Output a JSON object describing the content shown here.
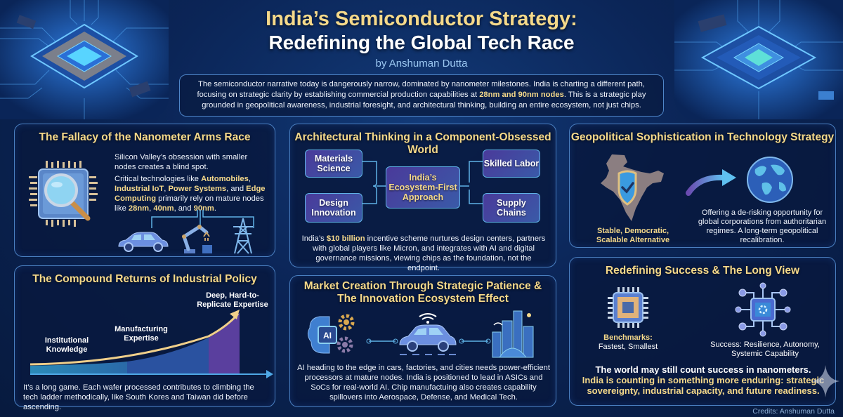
{
  "header": {
    "title_line1": "India’s Semiconductor Strategy:",
    "title_line2": "Redefining the Global Tech Race",
    "byline": "by Anshuman Dutta"
  },
  "intro": {
    "text_before": "The semiconductor narrative today is dangerously narrow, dominated by nanometer milestones. India is charting a different path, focusing on strategic clarity by establishing commercial production capabilities at ",
    "highlight": "28nm and 90nm nodes",
    "text_after": ". This is a strategic play grounded in geopolitical awareness, industrial foresight, and architectural thinking, building an entire ecosystem, not just chips."
  },
  "panels": {
    "fallacy": {
      "title": "The Fallacy of the Nanometer Arms Race",
      "para1": "Silicon Valley’s obsession with smaller nodes creates a blind spot.",
      "para2_pre": "Critical technologies like ",
      "tech1": "Automobiles",
      "sep1": ", ",
      "tech2": "Industrial IoT",
      "sep2": ", ",
      "tech3": "Power Systems",
      "sep3": ", and ",
      "tech4": "Edge Computing",
      "para2_mid": " primarily rely on mature nodes like ",
      "node1": "28nm",
      "sep4": ", ",
      "node2": "40nm",
      "sep5": ", and ",
      "node3": "90nm",
      "para2_end": ".",
      "icons": [
        "chip-magnifier-icon",
        "car-icon",
        "robot-arm-icon",
        "power-tower-icon"
      ]
    },
    "architecture": {
      "title": "Architectural Thinking in a Component-Obsessed World",
      "boxes": {
        "materials": "Materials Science",
        "design": "Design Innovation",
        "center": "India’s Ecosystem-First Approach",
        "labor": "Skilled Labor",
        "supply": "Supply Chains"
      },
      "text_pre": "India’s ",
      "highlight": "$10 billion",
      "text_post": " incentive scheme nurtures design centers, partners with global players like Micron, and integrates with AI and digital governance missions, viewing chips as the foundation, not the endpoint."
    },
    "geopolitical": {
      "title": "Geopolitical Sophistication in Technology Strategy",
      "left_label": "Stable, Democratic, Scalable Alternative",
      "right_text": "Offering a de-risking opportunity for global corporations from authoritarian regimes. A long-term geopolitical recalibration."
    },
    "compound": {
      "title": "The Compound Returns of Industrial Policy",
      "stage1": "Institutional Knowledge",
      "stage2": "Manufacturing Expertise",
      "stage3": "Deep, Hard-to-Replicate Expertise",
      "text": "It’s a long game. Each wafer processed contributes to climbing the tech ladder methodically, like South Kores and Taiwan did before ascending."
    },
    "market": {
      "title_line1": "Market Creation Through Strategic Patience &",
      "title_line2": "The Innovation Ecosystem Effect",
      "ai_label": "AI",
      "text": "AI heading to the edge in cars, factories, and cities needs power-efficient processors at mature nodes. India is positioned to lead in ASICs and SoCs for real-world AI. Chip manufactuing also creates capability spillovers into Aerospace, Defense, and Medical Tech."
    },
    "success": {
      "title": "Redefining Success & The Long View",
      "left_label_1": "Benchmarks:",
      "left_label_2": "Fastest, Smallest",
      "right_label_1": "Success: Resilience, Autonomy,",
      "right_label_2": "Systemic Capability",
      "closing_white": "The world may still count success in nanometers.",
      "closing_gold": "India is counting in something more enduring: strategic sovereignty, industrial capacity, and future readiness."
    }
  },
  "credits": "Credits: Anshuman Dutta",
  "colors": {
    "gold": "#f5d98a",
    "background": "#0b2557",
    "border": "#4a7fc0",
    "accent_blue": "#5fb2e6",
    "purple": "#6a4bb0"
  }
}
